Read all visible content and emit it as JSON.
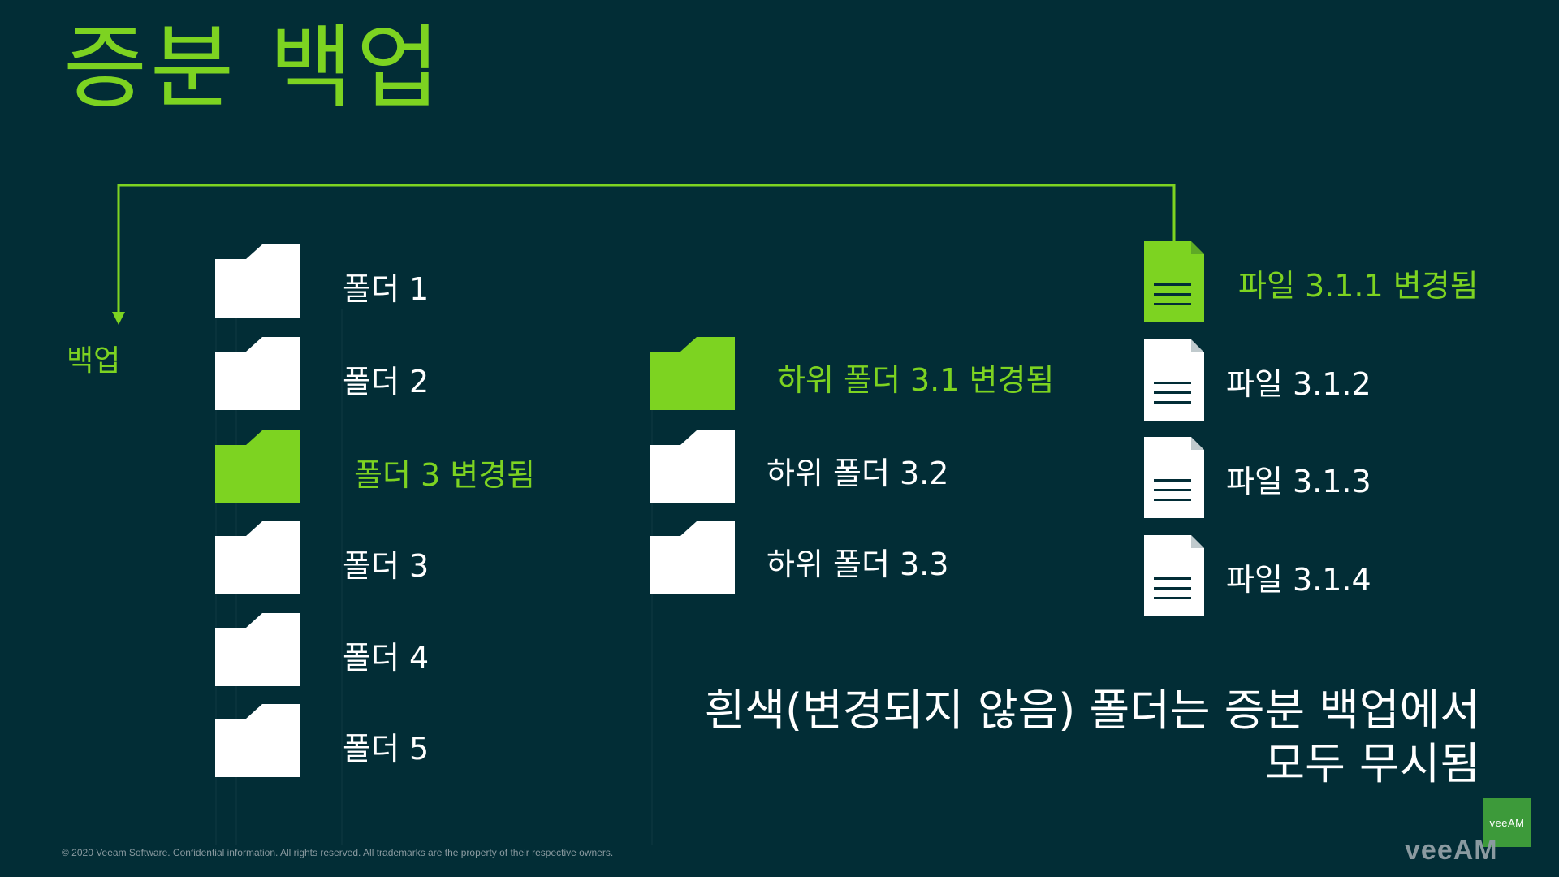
{
  "title": "증분 백업",
  "backup_label": "백업",
  "colors": {
    "background": "#022d36",
    "accent": "#7dd321",
    "default": "#ffffff"
  },
  "folders": [
    {
      "label": "폴더 1",
      "changed": false,
      "icon": "folder-icon"
    },
    {
      "label": "폴더 2",
      "changed": false,
      "icon": "folder-icon"
    },
    {
      "label": "폴더 3 변경됨",
      "changed": true,
      "icon": "folder-icon"
    },
    {
      "label": "폴더 3",
      "changed": false,
      "icon": "folder-icon"
    },
    {
      "label": "폴더 4",
      "changed": false,
      "icon": "folder-icon"
    },
    {
      "label": "폴더 5",
      "changed": false,
      "icon": "folder-icon"
    }
  ],
  "subfolders": [
    {
      "label": "하위 폴더 3.1 변경됨",
      "changed": true,
      "icon": "folder-icon"
    },
    {
      "label": "하위 폴더 3.2",
      "changed": false,
      "icon": "folder-icon"
    },
    {
      "label": "하위 폴더 3.3",
      "changed": false,
      "icon": "folder-icon"
    }
  ],
  "files": [
    {
      "label": "파일 3.1.1 변경됨",
      "changed": true,
      "icon": "file-icon"
    },
    {
      "label": "파일 3.1.2",
      "changed": false,
      "icon": "file-icon"
    },
    {
      "label": "파일 3.1.3",
      "changed": false,
      "icon": "file-icon"
    },
    {
      "label": "파일 3.1.4",
      "changed": false,
      "icon": "file-icon"
    }
  ],
  "note": {
    "line1": "흰색(변경되지 않음) 폴더는 증분 백업에서",
    "line2": "모두 무시됨"
  },
  "footer": {
    "copyright": "© 2020 Veeam Software. Confidential information. All rights reserved. All trademarks are the property of their respective owners.",
    "logo_badge": "veeAM",
    "logo_word": "veeAM"
  }
}
